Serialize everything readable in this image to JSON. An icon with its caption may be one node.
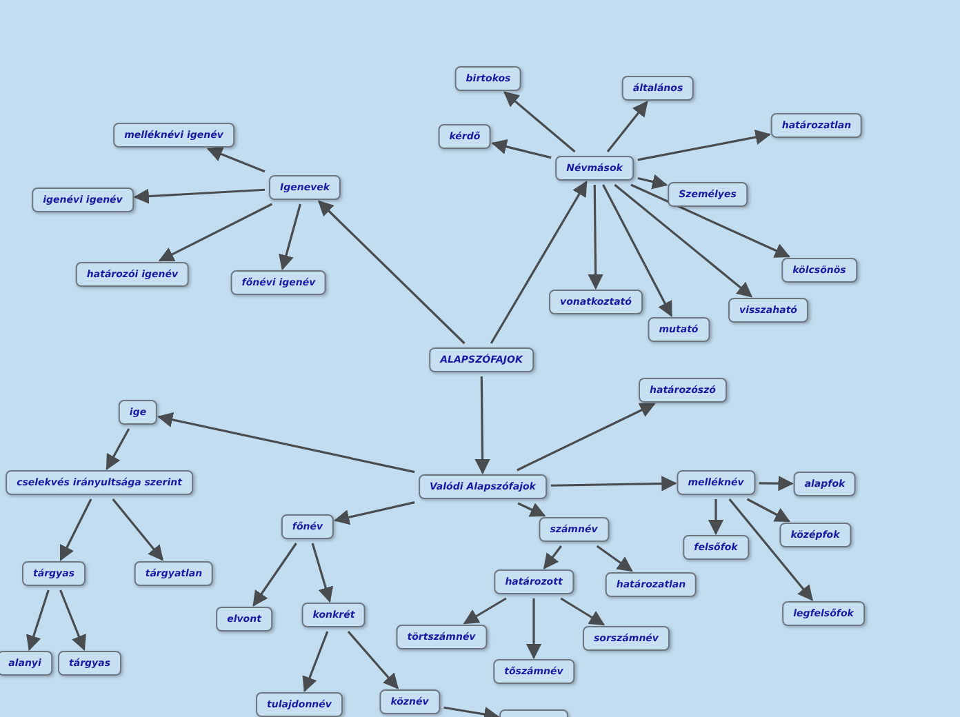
{
  "diagram": {
    "nodes": [
      {
        "text": [
          "ALAPSZÓFAJOK"
        ]
      },
      {
        "text": [
          "Névmások"
        ]
      },
      {
        "text": [
          "birtokos"
        ]
      },
      {
        "text": [
          "általános"
        ]
      },
      {
        "text": [
          "kérdő"
        ]
      },
      {
        "text": [
          "határozatlan"
        ]
      },
      {
        "text": [
          "Személyes"
        ]
      },
      {
        "text": [
          "kölcsönös"
        ]
      },
      {
        "text": [
          "vonatkoztató"
        ]
      },
      {
        "text": [
          "mutató"
        ]
      },
      {
        "text": [
          "visszaható"
        ]
      },
      {
        "text": [
          "Igenevek"
        ]
      },
      {
        "text": [
          "melléknévi igenév"
        ]
      },
      {
        "text": [
          "igenévi igenév"
        ]
      },
      {
        "text": [
          "határozói igenév"
        ]
      },
      {
        "text": [
          "főnévi igenév"
        ]
      },
      {
        "text": [
          "Valódi Alapszófajok"
        ]
      },
      {
        "text": [
          "határozószó"
        ]
      },
      {
        "text": [
          "melléknév"
        ]
      },
      {
        "text": [
          "alapfok"
        ]
      },
      {
        "text": [
          "középfok"
        ]
      },
      {
        "text": [
          "felsőfok"
        ]
      },
      {
        "text": [
          "legfelsőfok"
        ]
      },
      {
        "text": [
          "számnév"
        ]
      },
      {
        "text": [
          "határozott"
        ]
      },
      {
        "text": [
          "határozatlan"
        ]
      },
      {
        "text": [
          "törtszámnév"
        ]
      },
      {
        "text": [
          "tőszámnév"
        ]
      },
      {
        "text": [
          "sorszámnév"
        ]
      },
      {
        "text": [
          "ige"
        ]
      },
      {
        "text": [
          "cselekvés irányultsága szerint"
        ]
      },
      {
        "text": [
          "tárgyas"
        ]
      },
      {
        "text": [
          "tárgyatlan"
        ]
      },
      {
        "text": [
          "alanyi"
        ]
      },
      {
        "text": [
          "tárgyas"
        ]
      },
      {
        "text": [
          "főnév"
        ]
      },
      {
        "text": [
          "elvont"
        ]
      },
      {
        "text": [
          "konkrét"
        ]
      },
      {
        "text": [
          "tulajdonnév"
        ]
      },
      {
        "text": [
          "köznév"
        ]
      },
      {
        "text": [],
        "shape": "box"
      }
    ],
    "edges": [
      {
        "from": 0,
        "to": 1,
        "arrow": "to"
      },
      {
        "from": 0,
        "to": 11,
        "arrow": "to"
      },
      {
        "from": 0,
        "to": 16,
        "arrow": "to"
      },
      {
        "from": 1,
        "to": 2,
        "arrow": "to"
      },
      {
        "from": 1,
        "to": 3,
        "arrow": "to"
      },
      {
        "from": 1,
        "to": 4,
        "arrow": "to"
      },
      {
        "from": 1,
        "to": 5,
        "arrow": "to"
      },
      {
        "from": 1,
        "to": 6,
        "arrow": "to"
      },
      {
        "from": 1,
        "to": 7,
        "arrow": "to"
      },
      {
        "from": 1,
        "to": 8,
        "arrow": "to"
      },
      {
        "from": 1,
        "to": 9,
        "arrow": "to"
      },
      {
        "from": 1,
        "to": 10,
        "arrow": "to"
      },
      {
        "from": 11,
        "to": 12,
        "arrow": "to"
      },
      {
        "from": 11,
        "to": 13,
        "arrow": "to"
      },
      {
        "from": 11,
        "to": 14,
        "arrow": "to"
      },
      {
        "from": 11,
        "to": 15,
        "arrow": "to"
      },
      {
        "from": 16,
        "to": 17,
        "arrow": "to"
      },
      {
        "from": 16,
        "to": 18,
        "arrow": "to"
      },
      {
        "from": 16,
        "to": 23,
        "arrow": "to"
      },
      {
        "from": 16,
        "to": 29,
        "arrow": "to"
      },
      {
        "from": 16,
        "to": 35,
        "arrow": "to"
      },
      {
        "from": 18,
        "to": 19,
        "arrow": "to"
      },
      {
        "from": 18,
        "to": 20,
        "arrow": "to"
      },
      {
        "from": 18,
        "to": 21,
        "arrow": "to"
      },
      {
        "from": 18,
        "to": 22,
        "arrow": "to"
      },
      {
        "from": 23,
        "to": 24,
        "arrow": "to"
      },
      {
        "from": 23,
        "to": 25,
        "arrow": "to"
      },
      {
        "from": 24,
        "to": 26,
        "arrow": "to"
      },
      {
        "from": 24,
        "to": 27,
        "arrow": "to"
      },
      {
        "from": 24,
        "to": 28,
        "arrow": "to"
      },
      {
        "from": 29,
        "to": 30,
        "arrow": "to"
      },
      {
        "from": 30,
        "to": 31,
        "arrow": "to"
      },
      {
        "from": 30,
        "to": 32,
        "arrow": "to"
      },
      {
        "from": 31,
        "to": 33,
        "arrow": "to"
      },
      {
        "from": 31,
        "to": 34,
        "arrow": "to"
      },
      {
        "from": 35,
        "to": 36,
        "arrow": "to"
      },
      {
        "from": 35,
        "to": 37,
        "arrow": "to"
      },
      {
        "from": 37,
        "to": 38,
        "arrow": "to"
      },
      {
        "from": 37,
        "to": 39,
        "arrow": "to"
      },
      {
        "from": 39,
        "to": 40,
        "arrow": "to"
      }
    ]
  }
}
